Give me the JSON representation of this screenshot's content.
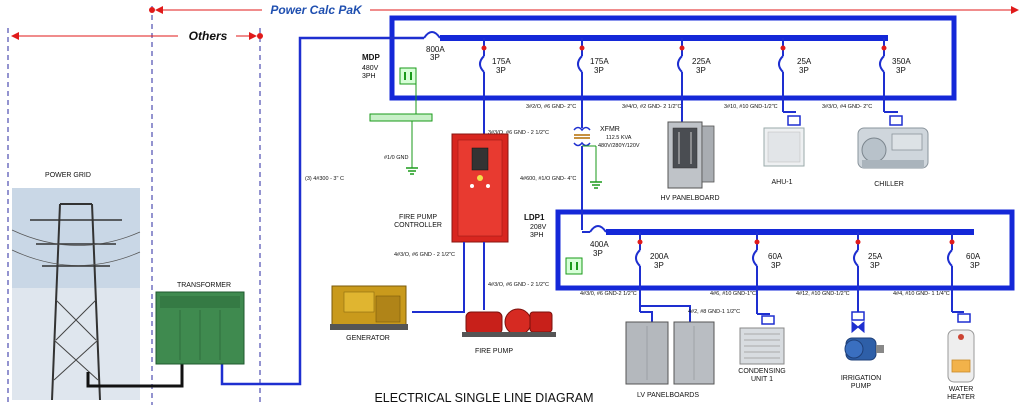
{
  "header": {
    "power_calc": "Power Calc PaK",
    "others": "Others"
  },
  "title": "ELECTRICAL SINGLE LINE DIAGRAM",
  "mdp": {
    "name": "MDP",
    "voltage": "480V",
    "phase": "3PH",
    "main_amps": "800A",
    "main_poles": "3P",
    "ground_label": "#1/0 GND",
    "service_cable": "(3) 4#300 - 3\" C",
    "breakers": [
      {
        "amps": "175A",
        "poles": "3P",
        "cable": "3#3/O, #6 GND - 2 1/2\"C"
      },
      {
        "amps": "175A",
        "poles": "3P",
        "cable": "3#2/O, #6 GND- 2\"C"
      },
      {
        "amps": "225A",
        "poles": "3P",
        "cable": "3#4/O, #2 GND- 2 1/2\"C"
      },
      {
        "amps": "25A",
        "poles": "3P",
        "cable": "3#10, #10 GND-1/2\"C"
      },
      {
        "amps": "350A",
        "poles": "3P",
        "cable": "3#3/O, #4 GND- 2\"C"
      }
    ]
  },
  "xfmr": {
    "name": "XFMR",
    "kva": "112.5 KVA",
    "ratio": "480V/280Y/120V",
    "secondary_cable": "4#600, #1/O GND- 4\"C"
  },
  "ldp1": {
    "name": "LDP1",
    "voltage": "208V",
    "phase": "3PH",
    "main_amps": "400A",
    "main_poles": "3P",
    "breakers": [
      {
        "amps": "200A",
        "poles": "3P",
        "cable": "4#3/0, #6 GND-2 1/2\"C"
      },
      {
        "amps": "60A",
        "poles": "3P",
        "cable": "4#6, #10 GND-1\"C"
      },
      {
        "amps": "25A",
        "poles": "3P",
        "cable": "4#12, #10 GND-1/2\"C"
      },
      {
        "amps": "60A",
        "poles": "3P",
        "cable": "4#4, #10 GND- 1 1/4\"C"
      }
    ],
    "lv_cable": "4#2, #8 GND-1 1/2\"C"
  },
  "fire_pump_cables": {
    "generator": "4#3/O, #6 GND - 2 1/2\"C",
    "pump": "4#3/O, #6 GND - 2 1/2\"C"
  },
  "equipment": {
    "power_grid": "POWER GRID",
    "transformer": "TRANSFORMER",
    "fire_pump_controller_1": "FIRE PUMP",
    "fire_pump_controller_2": "CONTROLLER",
    "generator": "GENERATOR",
    "fire_pump": "FIRE PUMP",
    "hv_panelboard": "HV PANELBOARD",
    "ahu": "AHU-1",
    "chiller": "CHILLER",
    "lv_panelboards": "LV PANELBOARDS",
    "condensing_1": "CONDENSING",
    "condensing_2": "UNIT 1",
    "irrigation_1": "IRRIGATION",
    "irrigation_2": "PUMP",
    "water_heater_1": "WATER",
    "water_heater_2": "HEATER"
  },
  "colors": {
    "bus": "#1428d8",
    "wire": "#1e2fd0",
    "dim_red": "#e01a1a",
    "ground": "#1a9a1a",
    "title_blue": "#1f4fb0"
  }
}
